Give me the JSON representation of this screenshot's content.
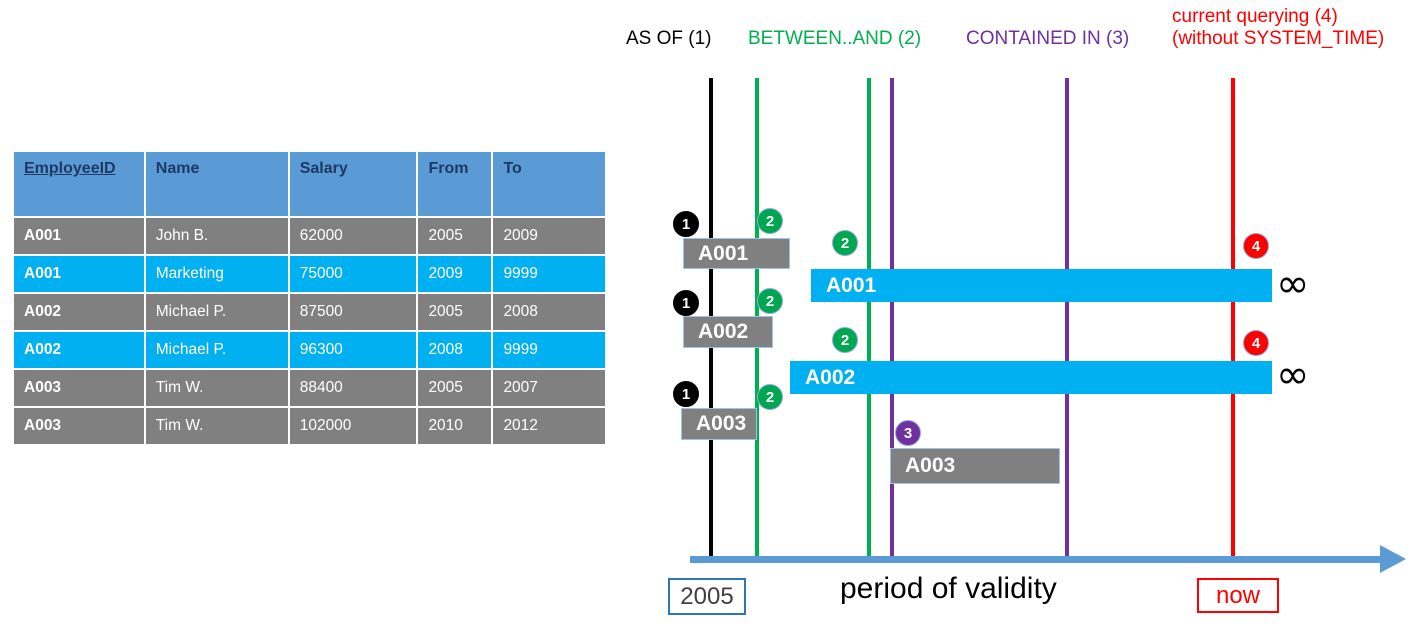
{
  "table": {
    "headers": [
      "EmployeeID",
      "Name",
      "Salary",
      "From",
      "To"
    ],
    "rows": [
      {
        "style": "gray",
        "cells": [
          "A001",
          "John  B.",
          "62000",
          "2005",
          "2009"
        ]
      },
      {
        "style": "cyan",
        "cells": [
          "A001",
          "Marketing",
          "75000",
          "2009",
          "9999"
        ]
      },
      {
        "style": "gray",
        "cells": [
          "A002",
          "Michael P.",
          "87500",
          "2005",
          "2008"
        ]
      },
      {
        "style": "cyan",
        "cells": [
          "A002",
          "Michael P.",
          "96300",
          "2008",
          "9999"
        ]
      },
      {
        "style": "gray",
        "cells": [
          "A003",
          "Tim W.",
          "88400",
          "2005",
          "2007"
        ]
      },
      {
        "style": "gray",
        "cells": [
          "A003",
          "Tim W.",
          "102000",
          "2010",
          "2012"
        ]
      }
    ]
  },
  "legend": {
    "as_of": "AS OF (1)",
    "between_and": "BETWEEN..AND (2)",
    "contained_in": "CONTAINED IN (3)",
    "current_line1": "current querying (4)",
    "current_line2": "(without SYSTEM_TIME)"
  },
  "colors": {
    "black": "#000000",
    "green": "#00B050",
    "purple": "#7030A0",
    "red": "#FF0000",
    "gray_bar": "#808080",
    "cyan_bar": "#00B0F0",
    "header_blue": "#5B9BD5",
    "axis_blue": "#5B9BD5"
  },
  "bars": [
    {
      "label": "A001",
      "style": "gray"
    },
    {
      "label": "A001",
      "style": "cyan"
    },
    {
      "label": "A002",
      "style": "gray"
    },
    {
      "label": "A002",
      "style": "cyan"
    },
    {
      "label": "A003",
      "style": "gray"
    },
    {
      "label": "A003",
      "style": "gray"
    }
  ],
  "markers": {
    "m1": "1",
    "m2": "2",
    "m3": "3",
    "m4": "4"
  },
  "infinity_symbol": "∞",
  "axis": {
    "start_label": "2005",
    "end_label": "now",
    "caption": "period of validity"
  }
}
